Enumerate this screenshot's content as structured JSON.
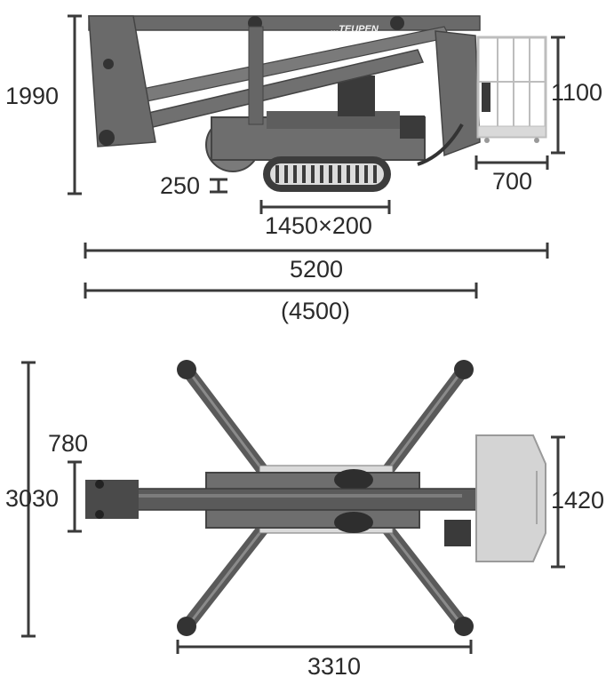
{
  "brand": "...TEUPEN",
  "side_view": {
    "height_total": "1990",
    "ground_clearance": "250",
    "track_size": "1450×200",
    "basket_height": "1100",
    "basket_width": "700",
    "length_total": "5200",
    "length_transport": "(4500)"
  },
  "top_view": {
    "width_outriggers": "3030",
    "width_machine": "780",
    "basket_depth": "1420",
    "outrigger_span": "3310"
  },
  "colors": {
    "machine": "#6b6b6b",
    "machine_dark": "#444444",
    "basket": "#cfcfcf",
    "dimension_line": "#3a3a3a"
  }
}
